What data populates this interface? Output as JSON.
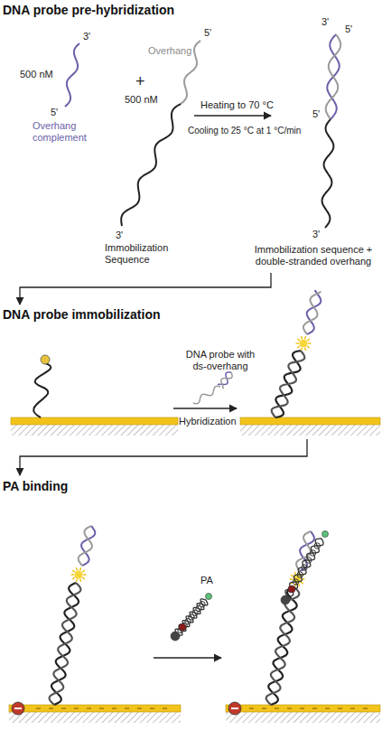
{
  "diagram": {
    "labels": [
      "DNA probe pre-hybridization",
      "3'",
      "500 nM",
      "5'",
      "Overhang complement",
      "+",
      "5'",
      "Overhang",
      "500 nM",
      "3'",
      "Immobilization Sequence",
      "Heating to 70 °C",
      "Cooling to 25 °C at 1 °C/min",
      "3'",
      "5'",
      "5'",
      "3'",
      "Immobilization sequence + double-stranded overhang",
      "DNA probe immobilization",
      "DNA probe with ds-overhang",
      "Hybridization",
      "PA binding",
      "PA"
    ]
  }
}
